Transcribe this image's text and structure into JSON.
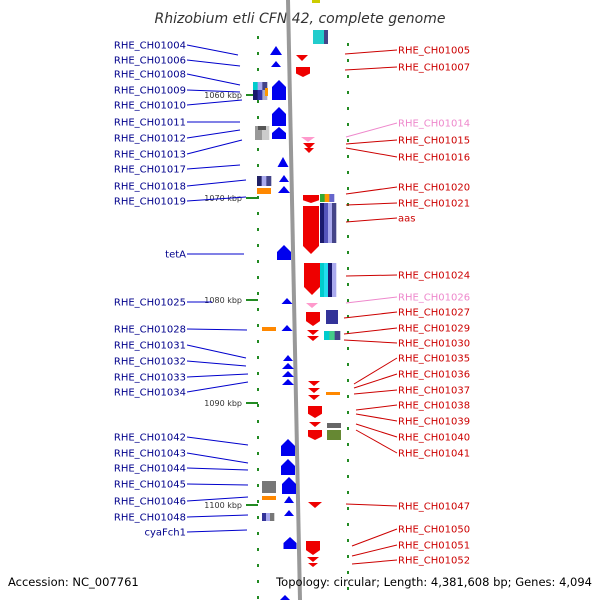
{
  "title": "Rhizobium etli CFN 42, complete genome",
  "footer": {
    "accession": "Accession: NC_007761",
    "summary": "Topology: circular; Length: 4,381,608 bp; Genes: 4,094"
  },
  "colors": {
    "left_label": "#00008b",
    "right_label": "#cc0000",
    "right_label_faded": "#ee88cc",
    "leader_left": "#0000cc",
    "leader_right": "#cc0000",
    "leader_faded": "#ee88cc",
    "backbone": "#999999",
    "tick": "#228b22",
    "blue_gene": "#0000ee",
    "red_gene": "#ee0000",
    "pink_gene": "#ff99cc"
  },
  "scale_labels": [
    "1060 kbp",
    "1070 kbp",
    "1080 kbp",
    "1090 kbp",
    "1100 kbp"
  ],
  "left_labels": [
    {
      "text": "RHE_CH01004"
    },
    {
      "text": "RHE_CH01006"
    },
    {
      "text": "RHE_CH01008"
    },
    {
      "text": "RHE_CH01009"
    },
    {
      "text": "RHE_CH01010"
    },
    {
      "text": "RHE_CH01011"
    },
    {
      "text": "RHE_CH01012"
    },
    {
      "text": "RHE_CH01013"
    },
    {
      "text": "RHE_CH01017"
    },
    {
      "text": "RHE_CH01018"
    },
    {
      "text": "RHE_CH01019"
    },
    {
      "text": "tetA"
    },
    {
      "text": "RHE_CH01025"
    },
    {
      "text": "RHE_CH01028"
    },
    {
      "text": "RHE_CH01031"
    },
    {
      "text": "RHE_CH01032"
    },
    {
      "text": "RHE_CH01033"
    },
    {
      "text": "RHE_CH01034"
    },
    {
      "text": "RHE_CH01042"
    },
    {
      "text": "RHE_CH01043"
    },
    {
      "text": "RHE_CH01044"
    },
    {
      "text": "RHE_CH01045"
    },
    {
      "text": "RHE_CH01046"
    },
    {
      "text": "RHE_CH01048"
    },
    {
      "text": "cyaFch1"
    }
  ],
  "right_labels": [
    {
      "text": "RHE_CH01005"
    },
    {
      "text": "RHE_CH01007"
    },
    {
      "text": "RHE_CH01014",
      "faded": true
    },
    {
      "text": "RHE_CH01015"
    },
    {
      "text": "RHE_CH01016"
    },
    {
      "text": "RHE_CH01020"
    },
    {
      "text": "RHE_CH01021"
    },
    {
      "text": "aas"
    },
    {
      "text": "RHE_CH01024"
    },
    {
      "text": "RHE_CH01026",
      "faded": true
    },
    {
      "text": "RHE_CH01027"
    },
    {
      "text": "RHE_CH01029"
    },
    {
      "text": "RHE_CH01030"
    },
    {
      "text": "RHE_CH01035"
    },
    {
      "text": "RHE_CH01036"
    },
    {
      "text": "RHE_CH01037"
    },
    {
      "text": "RHE_CH01038"
    },
    {
      "text": "RHE_CH01039"
    },
    {
      "text": "RHE_CH01040"
    },
    {
      "text": "RHE_CH01041"
    },
    {
      "text": "RHE_CH01047"
    },
    {
      "text": "RHE_CH01050"
    },
    {
      "text": "RHE_CH01051"
    },
    {
      "text": "RHE_CH01052"
    }
  ]
}
